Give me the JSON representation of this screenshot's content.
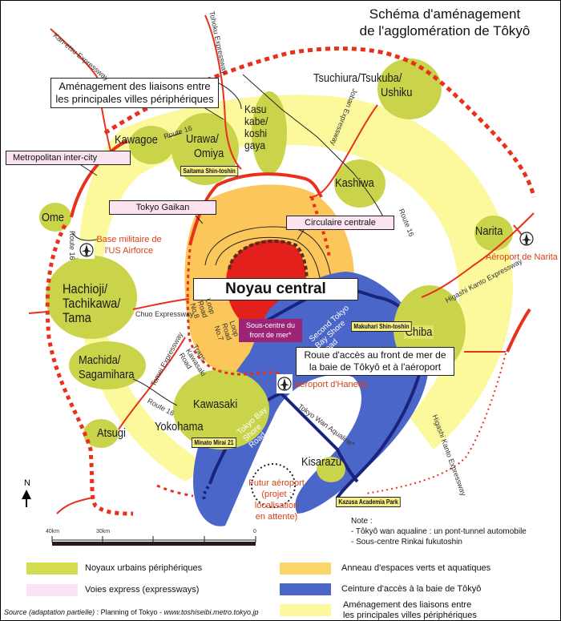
{
  "title": {
    "line1": "Schéma d'aménagement",
    "line2": "de l'agglomération de Tôkyô"
  },
  "callouts": {
    "amenagement": "Aménagement des liaisons entre les principales villes périphériques",
    "metropolitan": "Metropolitan inter-city",
    "gaikan": "Tokyo Gaikan",
    "circulaire": "Circulaire centrale",
    "route_acces": "Route d'accès au front de mer de la baie de Tôkyô et à l'aéroport"
  },
  "center": {
    "noyau": "Noyau central",
    "sous_centre_line1": "Sous-centre du",
    "sous_centre_line2": "front de mer*"
  },
  "places": {
    "kawagoe": "Kawagoe",
    "urawa": "Urawa/",
    "omiya": "Omiya",
    "kasukabe1": "Kasu",
    "kasukabe2": "kabe/",
    "kasukabe3": "koshi",
    "kasukabe4": "gaya",
    "tsuchiura1": "Tsuchiura/Tsukuba/",
    "tsuchiura2": "Ushiku",
    "kashiwa": "Kashiwa",
    "narita": "Narita",
    "ome": "Ome",
    "hachioji1": "Hachioji/",
    "hachioji2": "Tachikawa/",
    "hachioji3": "Tama",
    "chiba": "Chiba",
    "machida1": "Machida/",
    "machida2": "Sagamihara",
    "kawasaki": "Kawasaki",
    "yokohama": "Yokohama",
    "atsugi": "Atsugi",
    "kisarazu": "Kisarazu"
  },
  "tags": {
    "saitama": "Saitama Shin-toshin",
    "makuhari": "Makuhari Shin-toshin",
    "minato": "Minato Mirai 21",
    "kazusa": "Kazusa Academia Park"
  },
  "red_labels": {
    "base1": "Base militaire de",
    "base2": "l'US Airforce",
    "narita_airport": "Aéroport de Narita",
    "haneda": "Aéroport d'Haneda",
    "futur1": "Futur aéroport",
    "futur2": "(projet : localisation",
    "futur3": "en attente)"
  },
  "roads": {
    "kanetsu": "Kan-etsu Expressway",
    "tohoku": "Tohoku Expressway",
    "route16_a": "Route 16",
    "route16_b": "Route 16",
    "route16_c": "Route 16",
    "route16_d": "Route 16",
    "joban": "Joban Expressway",
    "higashi_kanto": "Higashi Kanto Expressway",
    "higashi_kanto2": "Higashi Kanto Expressway",
    "chuo": "Chuo Expressway",
    "tomei": "Tomei Expressway",
    "trans_kawasaki": "Trans-Kawasaki Road",
    "loop8": "Loop Road No.8",
    "loop7": "Loop Road No.7",
    "second_bay": "Second Tokyo Bay Shore Road",
    "bay_shore": "Tokyo Bay Shore Road",
    "aqualine": "Tokyo Wan Aqualine*"
  },
  "north": "N",
  "scale": {
    "labels": [
      "40km",
      "30km",
      "0"
    ]
  },
  "notes": {
    "title": "Note :",
    "line1": "- Tôkyô wan aqualine : un pont-tunnel automobile",
    "line2": "- Sous-centre Rinkai fukutoshin"
  },
  "legend": [
    {
      "label": "Noyaux urbains périphériques",
      "color": "#d4dc52"
    },
    {
      "label": "Voies express (expressways)",
      "color": "#fbe3f2"
    },
    {
      "label": "Anneau d'espaces verts et aquatiques",
      "color": "#fbd46a"
    },
    {
      "label": "Ceinture d'accès à la baie de Tôkyô",
      "color": "#4a66c8"
    },
    {
      "label": "Aménagement des liaisons entre les principales villes périphériques",
      "color": "#fbf99c"
    }
  ],
  "source": {
    "prefix": "Source (adaptation partielle)",
    "middle": " : Planning of Tokyo - ",
    "url": "www.toshiseibi.metro.tokyo.jp"
  },
  "colors": {
    "core_green": "#c9d44a",
    "ring_yellow": "#fbf99c",
    "orange_ring": "#fbc65a",
    "red_core": "#e4201c",
    "bay_blue": "#4a66c8",
    "road_red": "#e8301c",
    "navy": "#1a237e"
  }
}
